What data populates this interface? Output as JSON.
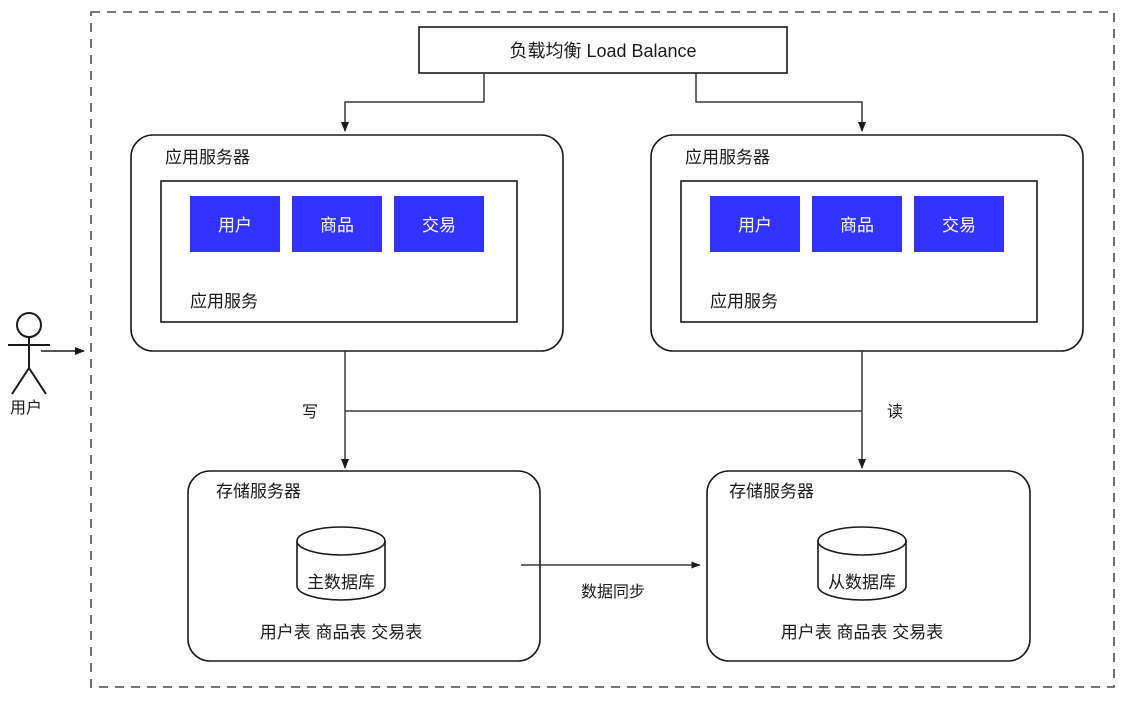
{
  "diagram": {
    "type": "architecture-diagram",
    "title_present": false,
    "background": "#ffffff",
    "accent_color": "#3333ff",
    "line_color": "#1a1a1a",
    "boundary_style": "dashed"
  },
  "actor": {
    "label": "用户",
    "icon": "stick-figure-actor"
  },
  "load_balancer": {
    "label": "负载均衡 Load Balance"
  },
  "app_servers": [
    {
      "title": "应用服务器",
      "inner_title": "应用服务",
      "modules": [
        {
          "label": "用户",
          "color": "#3333ff"
        },
        {
          "label": "商品",
          "color": "#3333ff"
        },
        {
          "label": "交易",
          "color": "#3333ff"
        }
      ]
    },
    {
      "title": "应用服务器",
      "inner_title": "应用服务",
      "modules": [
        {
          "label": "用户",
          "color": "#3333ff"
        },
        {
          "label": "商品",
          "color": "#3333ff"
        },
        {
          "label": "交易",
          "color": "#3333ff"
        }
      ]
    }
  ],
  "storage_servers": [
    {
      "title": "存储服务器",
      "database_label": "主数据库",
      "tables_label": "用户表 商品表 交易表"
    },
    {
      "title": "存储服务器",
      "database_label": "从数据库",
      "tables_label": "用户表 商品表 交易表"
    }
  ],
  "edges": {
    "write_label": "写",
    "read_label": "读",
    "sync_label": "数据同步"
  }
}
